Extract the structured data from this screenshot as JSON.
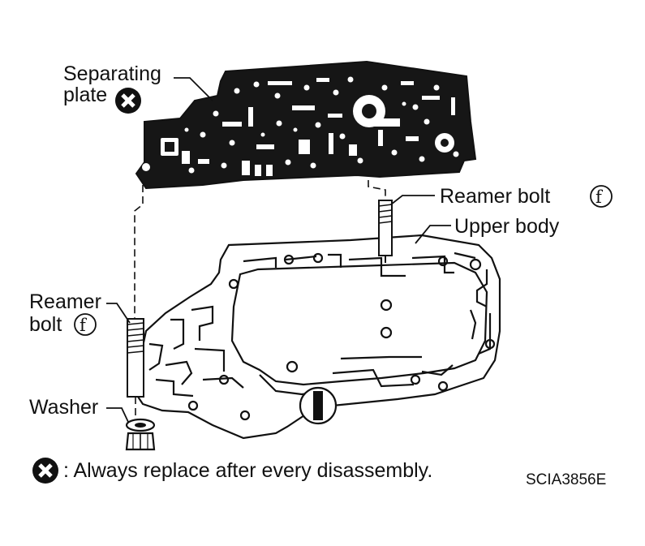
{
  "labels": {
    "separating_plate_line1": "Separating",
    "separating_plate_line2": "plate",
    "reamer_bolt_top": "Reamer bolt",
    "upper_body": "Upper body",
    "reamer_bolt_left_line1": "Reamer",
    "reamer_bolt_left_line2": "bolt",
    "washer": "Washer",
    "tightening_symbol": "f"
  },
  "legend": {
    "text": ": Always replace after every disassembly."
  },
  "figure_code": "SCIA3856E",
  "icons": {
    "replace_symbol": "x-circle-icon",
    "tighten_symbol": "circled-f-icon"
  },
  "colors": {
    "ink": "#111111",
    "paper": "#ffffff"
  }
}
